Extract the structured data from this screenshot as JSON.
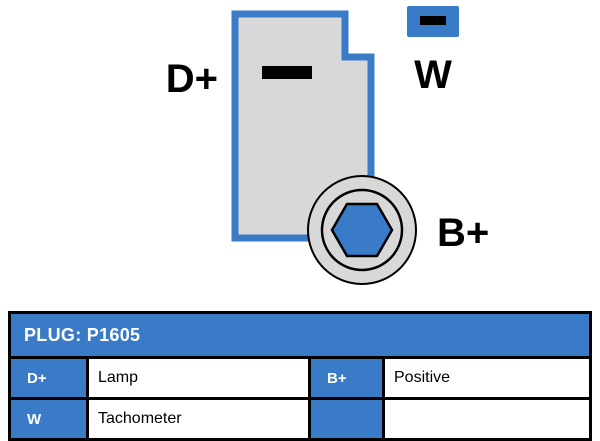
{
  "diagram": {
    "main_connector_label": "D+",
    "w_connector_label": "W",
    "bplus_terminal_label": "B+"
  },
  "table": {
    "title": "PLUG: P1605",
    "rows": [
      {
        "pin_a": "D+",
        "desc_a": "Lamp",
        "pin_b": "B+",
        "desc_b": "Positive"
      },
      {
        "pin_a": "W",
        "desc_a": "Tachometer",
        "pin_b": "",
        "desc_b": ""
      }
    ]
  },
  "colors": {
    "accent_blue": "#3a7bc8",
    "connector_gray": "#d8d8d8",
    "slot_black": "#000000"
  }
}
